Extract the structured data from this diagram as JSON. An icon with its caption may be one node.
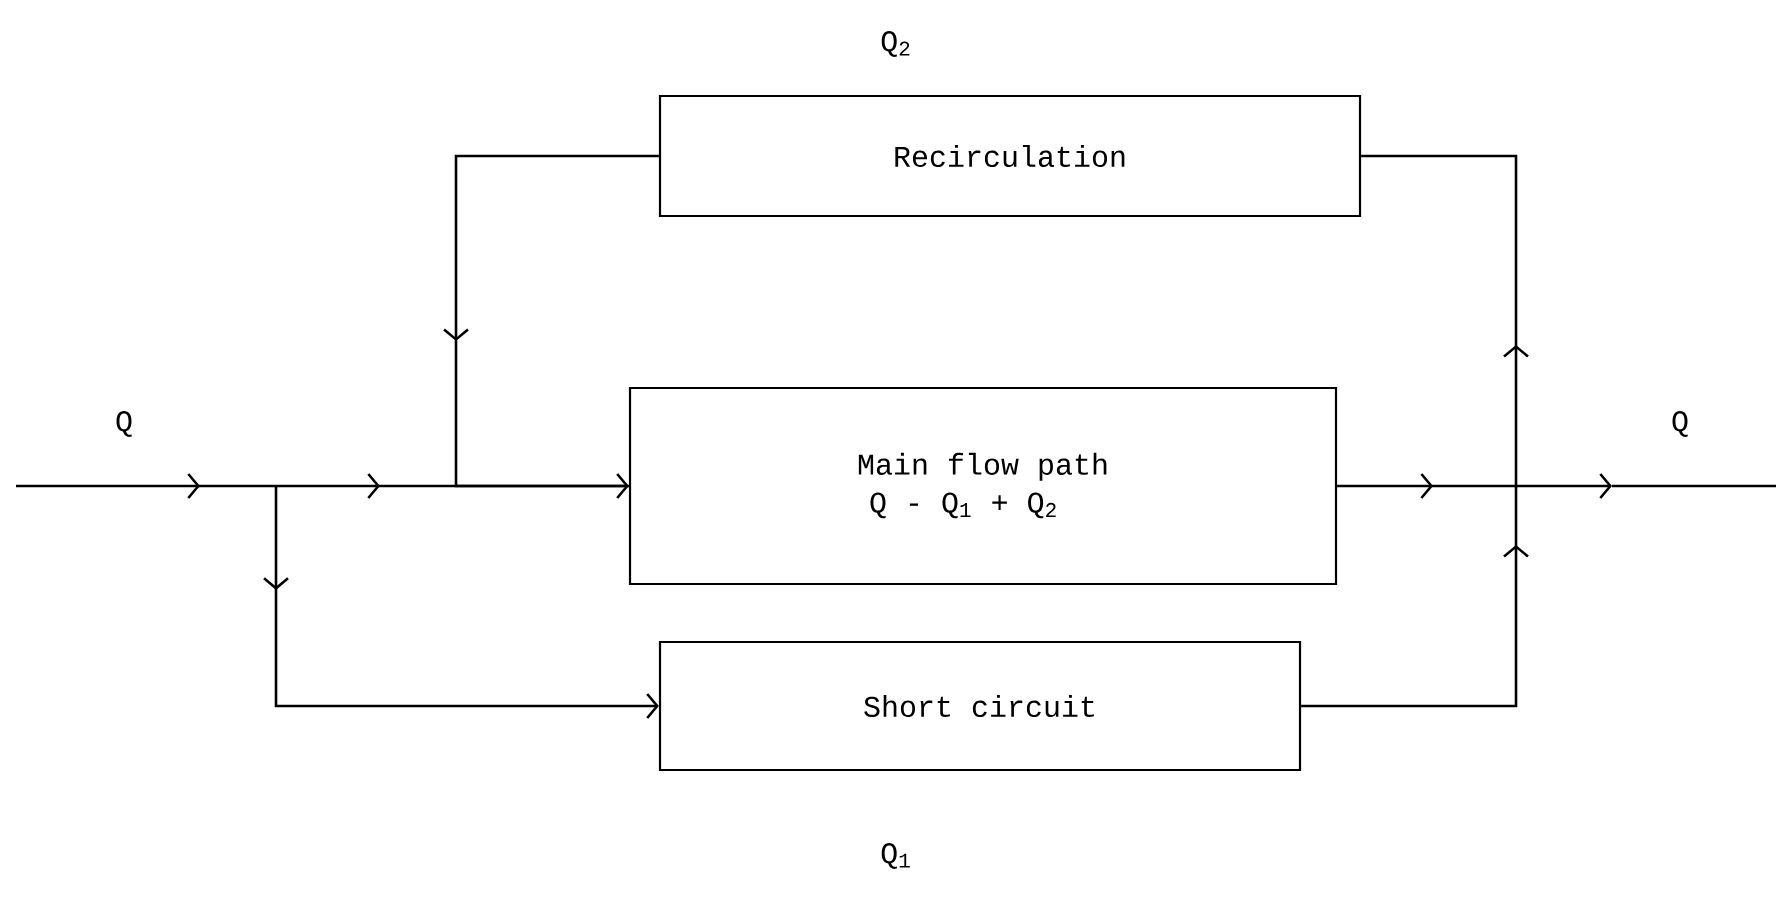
{
  "diagram": {
    "nodes": [
      {
        "text": [
          "Recirculation"
        ],
        "beside": [
          "Q$_{2}$"
        ]
      },
      {
        "text": [
          "Main flow path",
          "Q - Q$_{1}$ + Q$_{2}$"
        ]
      },
      {
        "text": [
          "Short circuit"
        ],
        "beside": [
          "Q$_{1}$"
        ]
      }
    ],
    "edges": [
      {
        "from": null,
        "to": 1,
        "arrow": "to"
      },
      {
        "from": null,
        "to": 2,
        "arrow": "to"
      },
      {
        "from": 0,
        "to": 1,
        "arrow": "to"
      },
      {
        "from": 2,
        "to": 0,
        "arrow": "to"
      },
      {
        "from": 1,
        "to": null,
        "arrow": "to"
      }
    ],
    "labels": [
      "Q",
      "Q"
    ]
  }
}
